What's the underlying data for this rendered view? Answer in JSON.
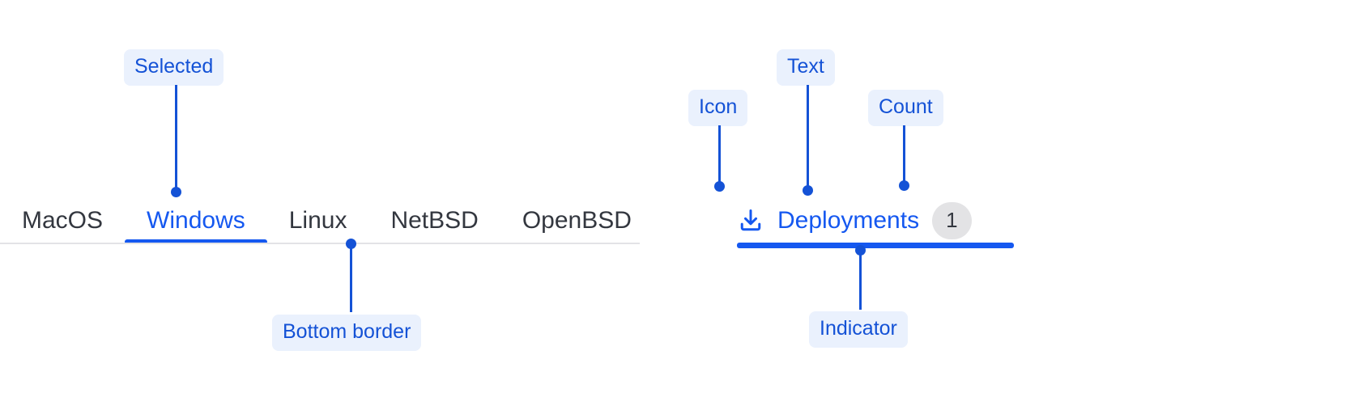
{
  "colors": {
    "accent": "#1558f0",
    "callout_text": "#1452d6",
    "callout_bg": "#eaf1fd",
    "tab_text": "#33373f",
    "border": "#e3e3e6",
    "badge_bg": "#e3e3e5",
    "background": "#ffffff"
  },
  "left_tabbar": {
    "tabs": [
      {
        "label": "MacOS",
        "selected": false
      },
      {
        "label": "Windows",
        "selected": true
      },
      {
        "label": "Linux",
        "selected": false
      },
      {
        "label": "NetBSD",
        "selected": false
      },
      {
        "label": "OpenBSD",
        "selected": false
      }
    ]
  },
  "right_tab": {
    "icon": "download-icon",
    "label": "Deployments",
    "count": "1",
    "selected": true
  },
  "callouts": [
    {
      "id": "selected",
      "label": "Selected"
    },
    {
      "id": "bottom-border",
      "label": "Bottom border"
    },
    {
      "id": "icon",
      "label": "Icon"
    },
    {
      "id": "text",
      "label": "Text"
    },
    {
      "id": "count",
      "label": "Count"
    },
    {
      "id": "indicator",
      "label": "Indicator"
    }
  ]
}
